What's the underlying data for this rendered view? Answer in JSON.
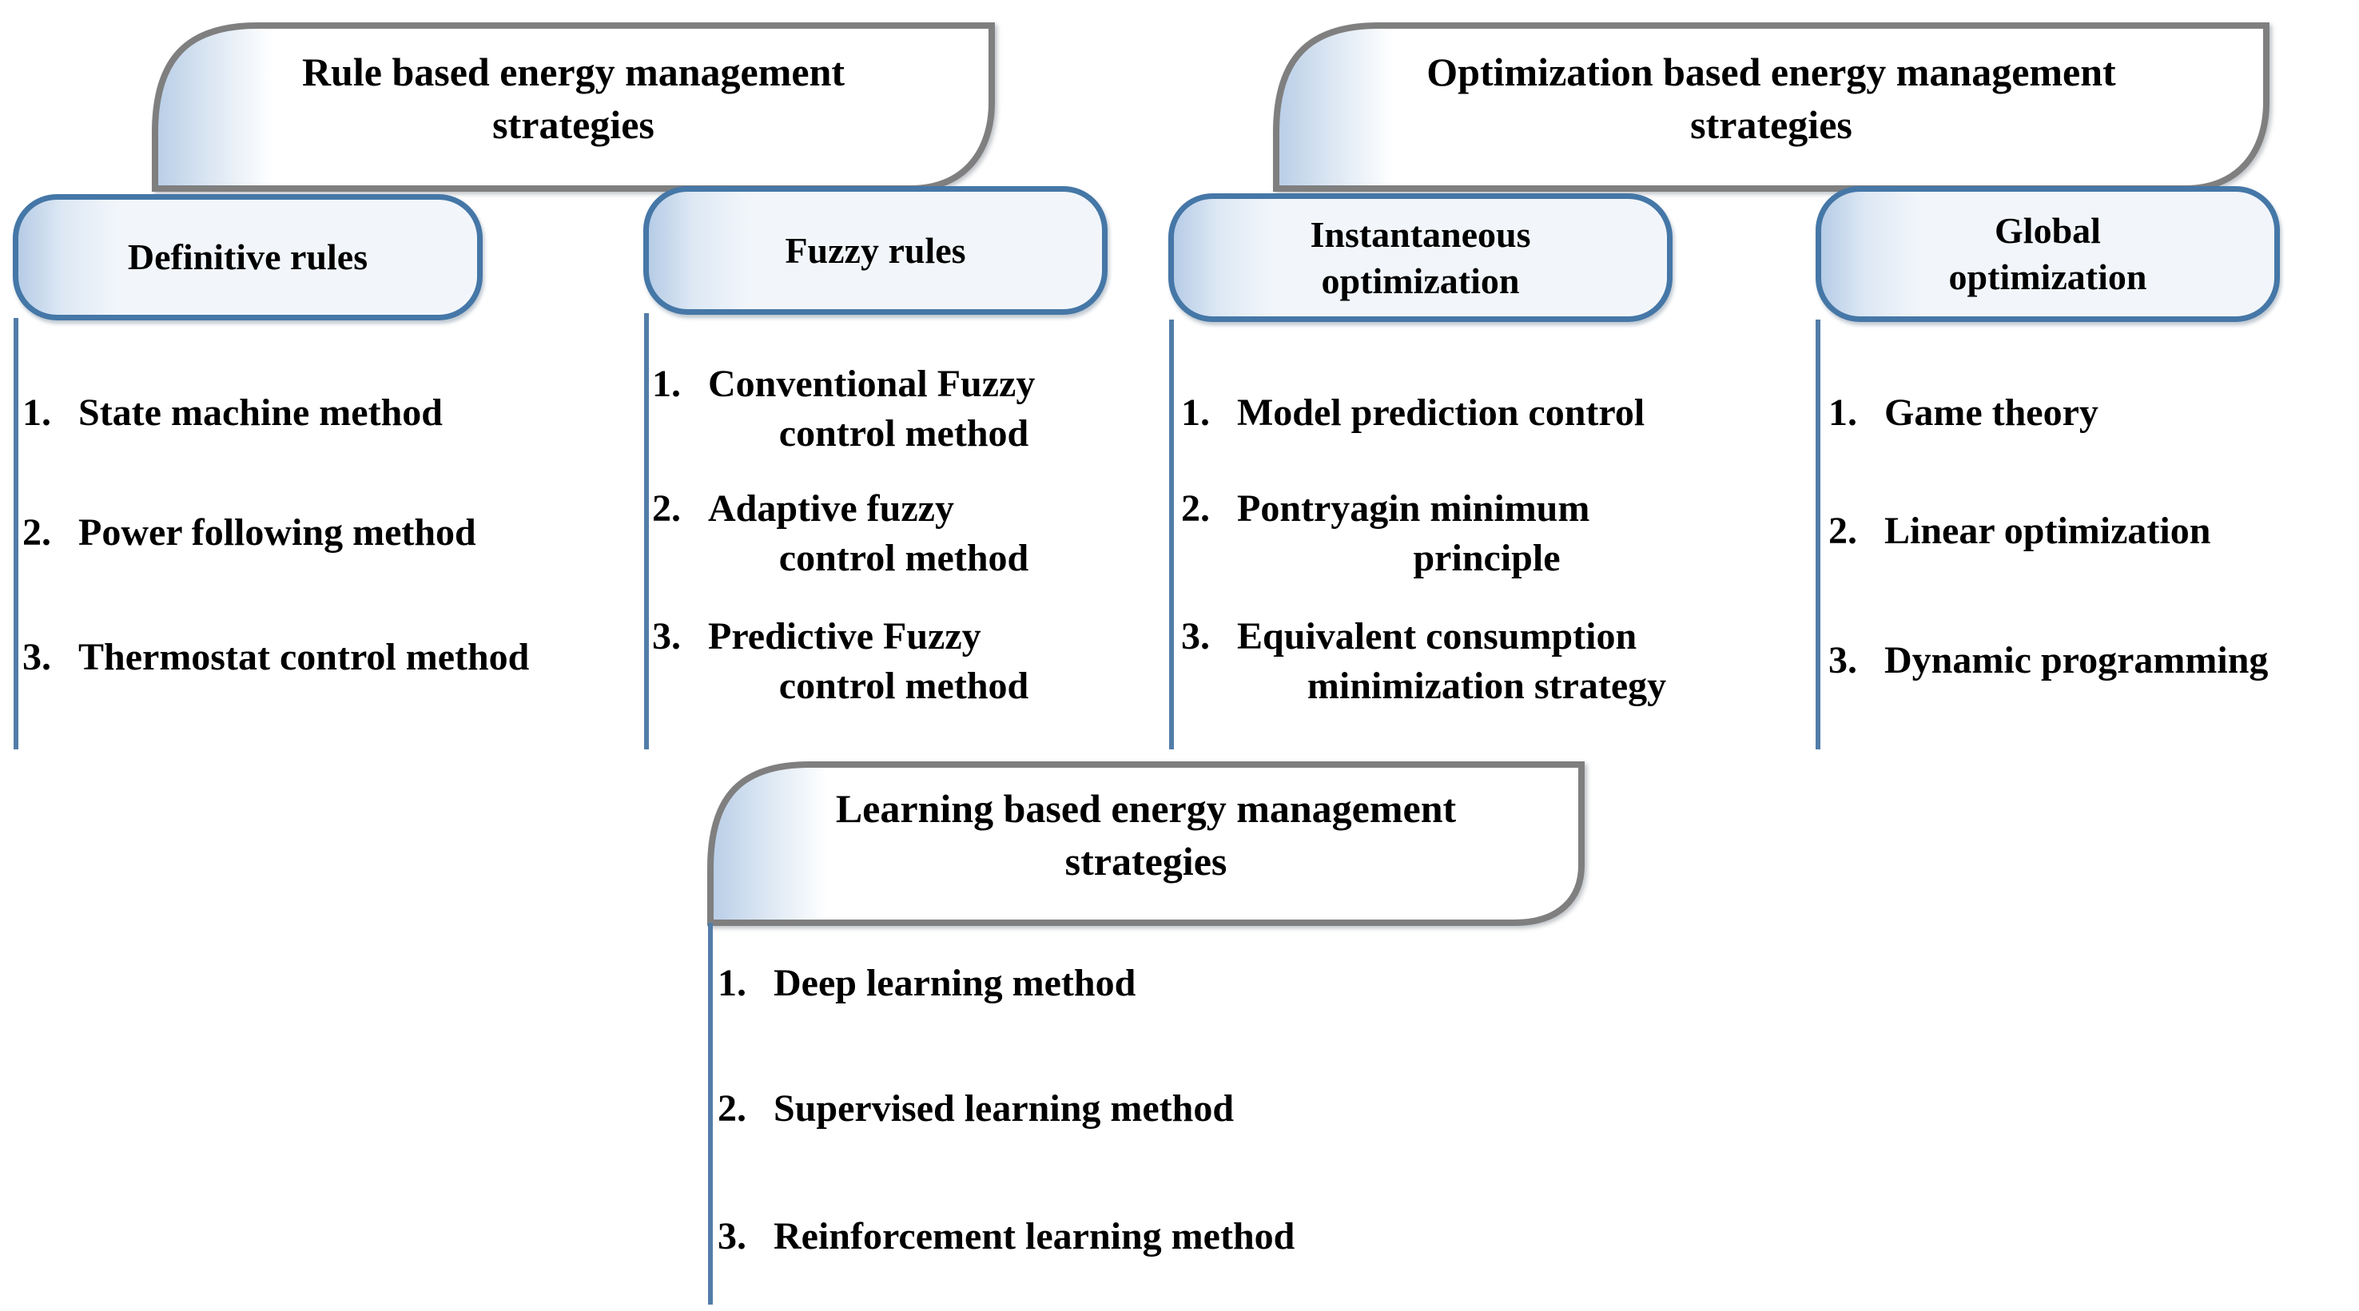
{
  "palette": {
    "header_border": "#7f7f7f",
    "box_border": "#4577a7",
    "line": "#527da9",
    "gradient_start": "#b6cce6",
    "text": "#000000"
  },
  "sections": [
    {
      "id": "rule-based",
      "title_lines": [
        "Rule based energy management",
        "strategies"
      ],
      "groups": [
        {
          "id": "definitive-rules",
          "title_lines": [
            "Definitive rules",
            ""
          ],
          "items": [
            {
              "num": "1.",
              "line1": "State machine method",
              "line2": ""
            },
            {
              "num": "2.",
              "line1": "Power following method",
              "line2": ""
            },
            {
              "num": "3.",
              "line1": "Thermostat control method",
              "line2": ""
            }
          ]
        },
        {
          "id": "fuzzy-rules",
          "title_lines": [
            "Fuzzy rules",
            ""
          ],
          "items": [
            {
              "num": "1.",
              "line1": "Conventional Fuzzy",
              "line2": "control method"
            },
            {
              "num": "2.",
              "line1": "Adaptive fuzzy",
              "line2": "control method"
            },
            {
              "num": "3.",
              "line1": "Predictive  Fuzzy",
              "line2": "control method"
            }
          ]
        }
      ]
    },
    {
      "id": "optimization-based",
      "title_lines": [
        "Optimization based energy management",
        "strategies"
      ],
      "groups": [
        {
          "id": "instantaneous-optimization",
          "title_lines": [
            "Instantaneous",
            "optimization"
          ],
          "items": [
            {
              "num": "1.",
              "line1": "Model prediction control",
              "line2": ""
            },
            {
              "num": "2.",
              "line1": "Pontryagin minimum",
              "line2": "principle"
            },
            {
              "num": "3.",
              "line1": "Equivalent consumption",
              "line2": "minimization strategy"
            }
          ]
        },
        {
          "id": "global-optimization",
          "title_lines": [
            "Global",
            "optimization"
          ],
          "items": [
            {
              "num": "1.",
              "line1": "Game theory",
              "line2": ""
            },
            {
              "num": "2.",
              "line1": "Linear optimization",
              "line2": ""
            },
            {
              "num": "3.",
              "line1": "Dynamic programming",
              "line2": ""
            }
          ]
        }
      ]
    },
    {
      "id": "learning-based",
      "title_lines": [
        "Learning based energy management",
        "strategies"
      ],
      "groups": [
        {
          "id": "learning-methods",
          "items": [
            {
              "num": "1.",
              "line1": "Deep learning method",
              "line2": ""
            },
            {
              "num": "2.",
              "line1": "Supervised learning method",
              "line2": ""
            },
            {
              "num": "3.",
              "line1": "Reinforcement learning method",
              "line2": ""
            }
          ]
        }
      ]
    }
  ]
}
